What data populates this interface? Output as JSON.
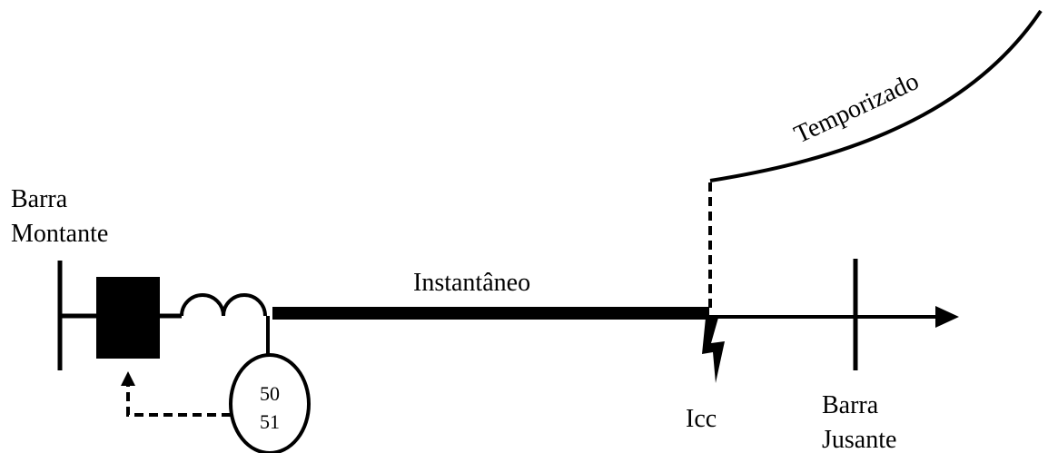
{
  "labels": {
    "upstream_bus_line1": "Barra",
    "upstream_bus_line2": "Montante",
    "downstream_bus_line1": "Barra",
    "downstream_bus_line2": "Jusante",
    "instantaneous": "Instantâneo",
    "timed": "Temporizado",
    "fault_current": "Icc",
    "relay_code_1": "50",
    "relay_code_2": "51"
  }
}
